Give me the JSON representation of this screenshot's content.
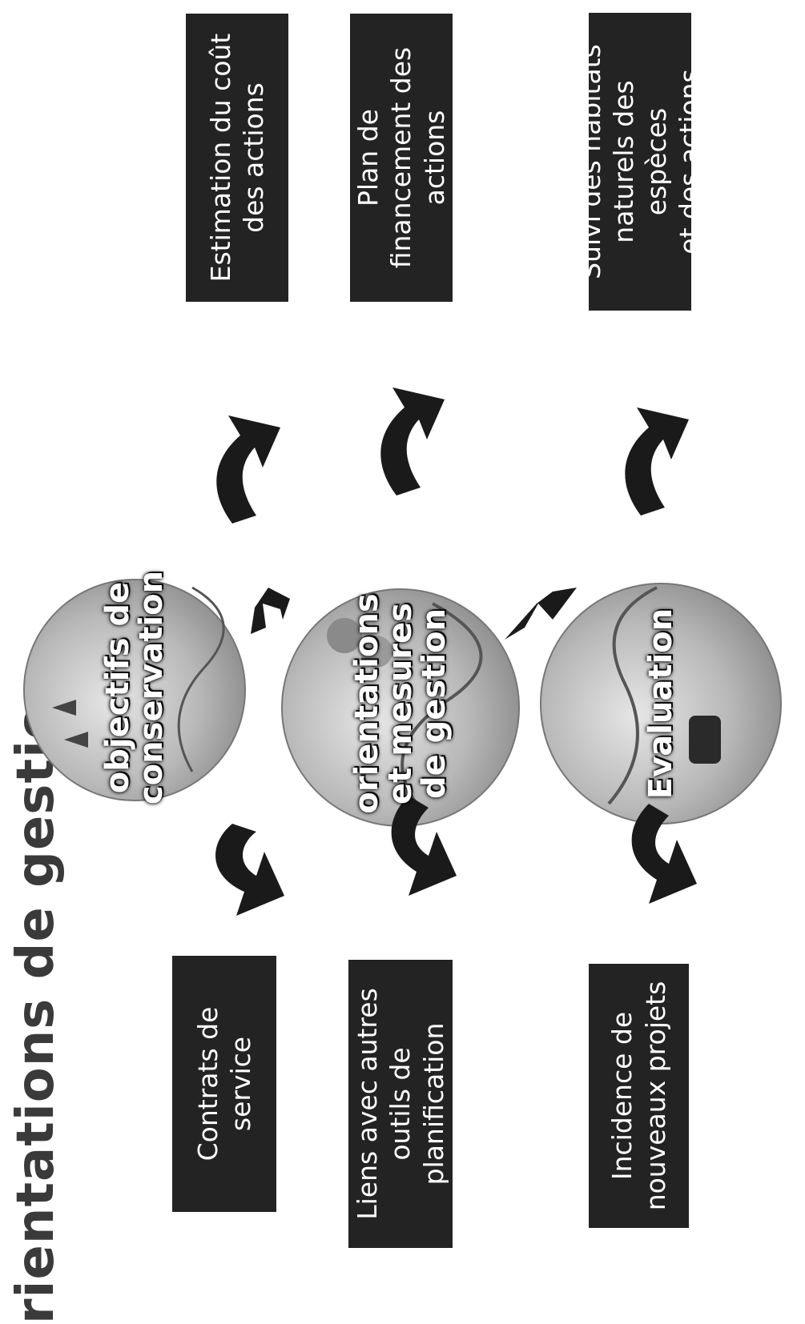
{
  "title": "rientations de gestion",
  "circles": [
    {
      "id": "objectifs",
      "label": "objectifs de\nconservation"
    },
    {
      "id": "orientations",
      "label": "orientations\net mesures\nde gestion"
    },
    {
      "id": "evaluation",
      "label": "Evaluation"
    }
  ],
  "boxes": {
    "left": [
      {
        "label": "Contrats de service"
      },
      {
        "label": "Liens avec autres\noutils de\nplanification"
      },
      {
        "label": "Incidence de\nnouveaux projets"
      }
    ],
    "right": [
      {
        "label": "Estimation du coût\ndes actions"
      },
      {
        "label": "Plan de\nfinancement des\nactions"
      },
      {
        "label": "Suivi des habitats\nnaturels des espèces\net des actions"
      }
    ]
  },
  "colors": {
    "box_fill": "#232323",
    "arrow_fill": "#1a1a1a",
    "circle_fill": "#bdbdbd"
  }
}
